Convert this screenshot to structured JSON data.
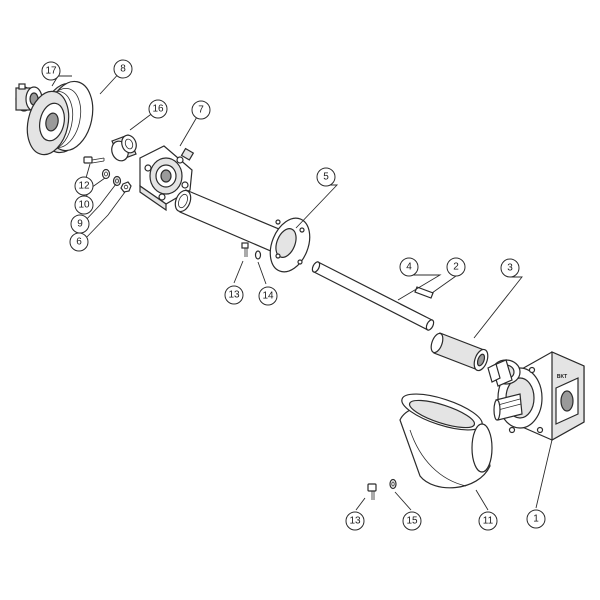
{
  "callouts": {
    "c1": "1",
    "c2": "2",
    "c3": "3",
    "c4": "4",
    "c5": "5",
    "c6": "6",
    "c7": "7",
    "c8": "8",
    "c9": "9",
    "c10": "10",
    "c11": "11",
    "c12": "12",
    "c13a": "13",
    "c13b": "13",
    "c14": "14",
    "c15": "15",
    "c16": "16",
    "c17": "17"
  },
  "gearbox_label": "BKT",
  "colors": {
    "line": "#2b2b2b",
    "background": "#ffffff",
    "shade": "#e4e4e4"
  }
}
